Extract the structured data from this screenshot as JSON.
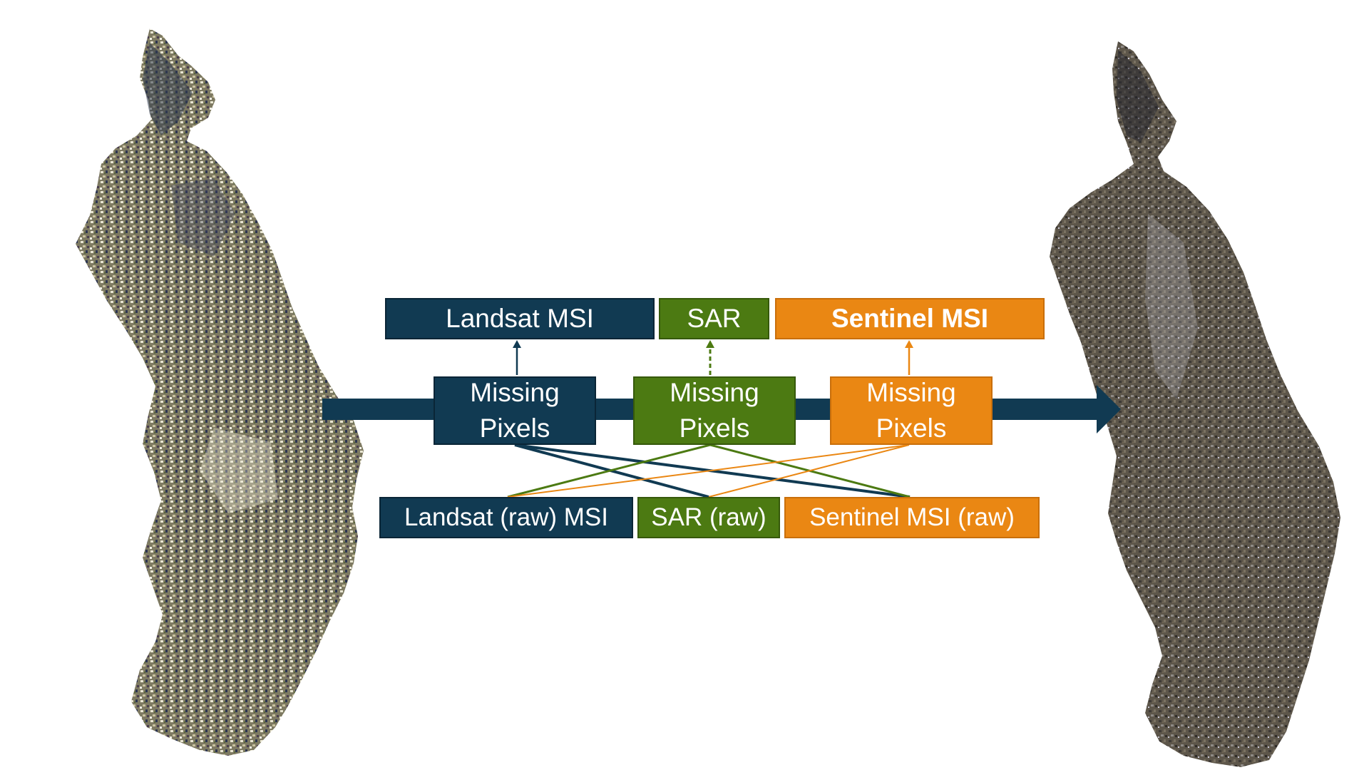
{
  "top_row": {
    "landsat_msi": "Landsat MSI",
    "sar": "SAR",
    "sentinel_msi": "Sentinel MSI"
  },
  "middle_row": {
    "landsat_missing": "Missing Pixels",
    "sar_missing": "Missing Pixels",
    "sentinel_missing": "Missing Pixels"
  },
  "bottom_row": {
    "landsat_raw": "Landsat (raw) MSI",
    "sar_raw": "SAR (raw)",
    "sentinel_raw": "Sentinel MSI (raw)"
  },
  "colors": {
    "landsat": "#113a52",
    "sar": "#4c7a12",
    "sentinel": "#ea8713",
    "main_arrow": "#113a52"
  },
  "images": {
    "left": "satellite-region-before-icon",
    "right": "satellite-region-after-icon"
  }
}
